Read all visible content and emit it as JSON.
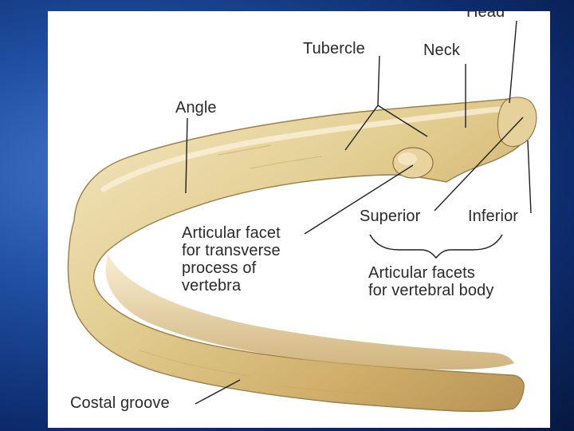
{
  "labels": {
    "head": "Head",
    "tubercle": "Tubercle",
    "neck": "Neck",
    "angle": "Angle",
    "superior": "Superior",
    "inferior": "Inferior",
    "articular_facet_transverse": "Articular facet\nfor transverse\nprocess of\nvertebra",
    "articular_facets_vertebral": "Articular facets\nfor vertebral body",
    "costal_groove": "Costal groove"
  },
  "colors": {
    "background": "#1f4d9f",
    "panel": "#ffffff",
    "bone_light": "#f1e2b7",
    "bone_mid": "#dfc98a",
    "bone_dark": "#bf9f59",
    "bone_shadow": "#8f7344",
    "label_text": "#2a2a2a",
    "leader_line": "#1f1f1f"
  }
}
